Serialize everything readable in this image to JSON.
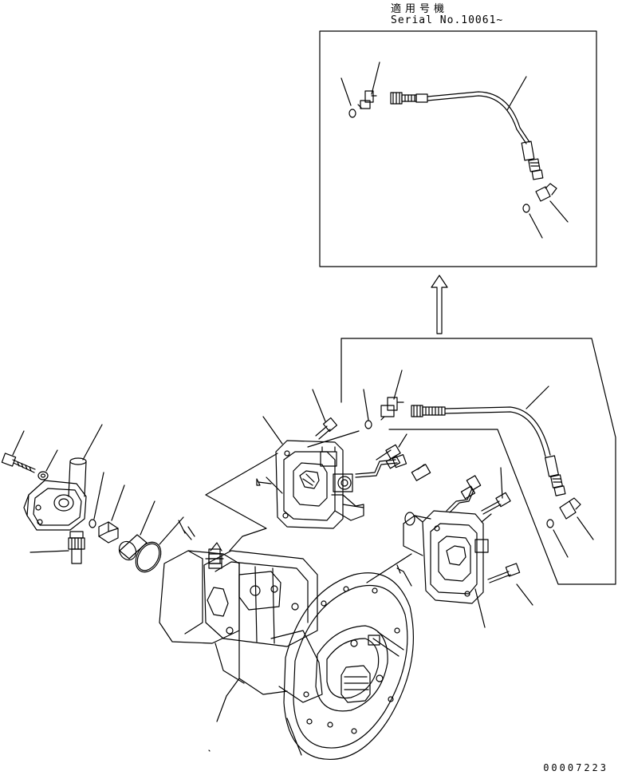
{
  "caption": {
    "applicable_label": "適用号機",
    "serial_label": "Serial No.10061~"
  },
  "drawing_code": "00007223"
}
